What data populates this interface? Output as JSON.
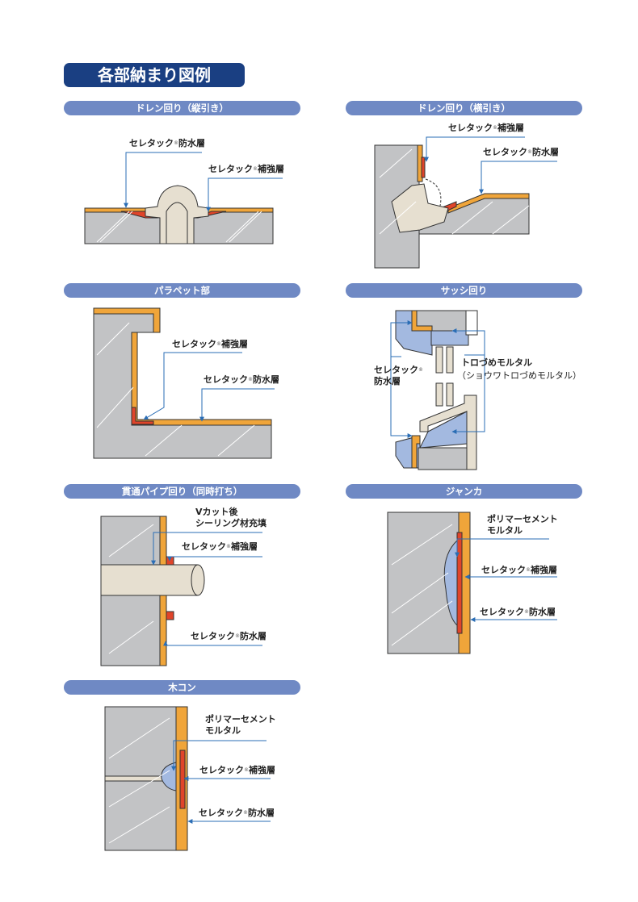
{
  "page_title": "各部納まり図例",
  "panels": [
    {
      "title": "ドレン回り（縦引き）",
      "labels": {
        "waterproof": "セレタック",
        "waterproof_suffix": "防水層",
        "reinforce": "セレタック",
        "reinforce_suffix": "補強層"
      }
    },
    {
      "title": "ドレン回り（横引き）",
      "labels": {
        "reinforce": "セレタック",
        "reinforce_suffix": "補強層",
        "waterproof": "セレタック",
        "waterproof_suffix": "防水層"
      }
    },
    {
      "title": "パラペット部",
      "labels": {
        "reinforce": "セレタック",
        "reinforce_suffix": "補強層",
        "waterproof": "セレタック",
        "waterproof_suffix": "防水層"
      }
    },
    {
      "title": "サッシ回り",
      "labels": {
        "waterproof": "セレタック",
        "waterproof_suffix": "防水層",
        "mortar": "トロづめモルタル",
        "mortar_sub": "（ショウワトロづめモルタル）"
      }
    },
    {
      "title": "貫通パイプ回り（同時打ち）",
      "labels": {
        "sealing_1": "Vカット後",
        "sealing_2": "シーリング材充填",
        "reinforce": "セレタック",
        "reinforce_suffix": "補強層",
        "waterproof": "セレタック",
        "waterproof_suffix": "防水層"
      }
    },
    {
      "title": "ジャンカ",
      "labels": {
        "polymer_1": "ポリマーセメント",
        "polymer_2": "モルタル",
        "reinforce": "セレタック",
        "reinforce_suffix": "補強層",
        "waterproof": "セレタック",
        "waterproof_suffix": "防水層"
      }
    },
    {
      "title": "木コン",
      "labels": {
        "polymer_1": "ポリマーセメント",
        "polymer_2": "モルタル",
        "reinforce": "セレタック",
        "reinforce_suffix": "補強層",
        "waterproof": "セレタック",
        "waterproof_suffix": "防水層"
      }
    }
  ],
  "registered_mark": "®",
  "colors": {
    "navy": "#1a3f82",
    "pill": "#6f89c4",
    "concrete": "#c2c3c5",
    "orange": "#f0a53a",
    "red": "#e0442a",
    "arrow": "#2a6db5",
    "beige": "#e6dfd0",
    "mortar": "#a3b9e0"
  }
}
